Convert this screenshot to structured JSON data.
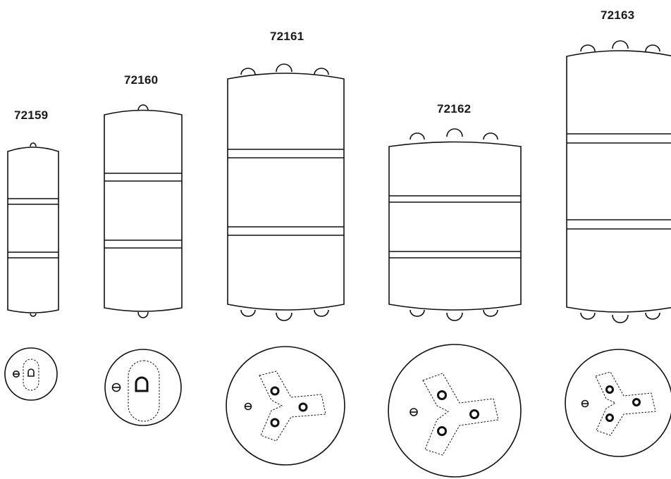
{
  "products": [
    {
      "id": "72159"
    },
    {
      "id": "72160"
    },
    {
      "id": "72161"
    },
    {
      "id": "72162"
    },
    {
      "id": "72163"
    }
  ],
  "colors": {
    "line": "#111111",
    "background": "#ffffff"
  }
}
